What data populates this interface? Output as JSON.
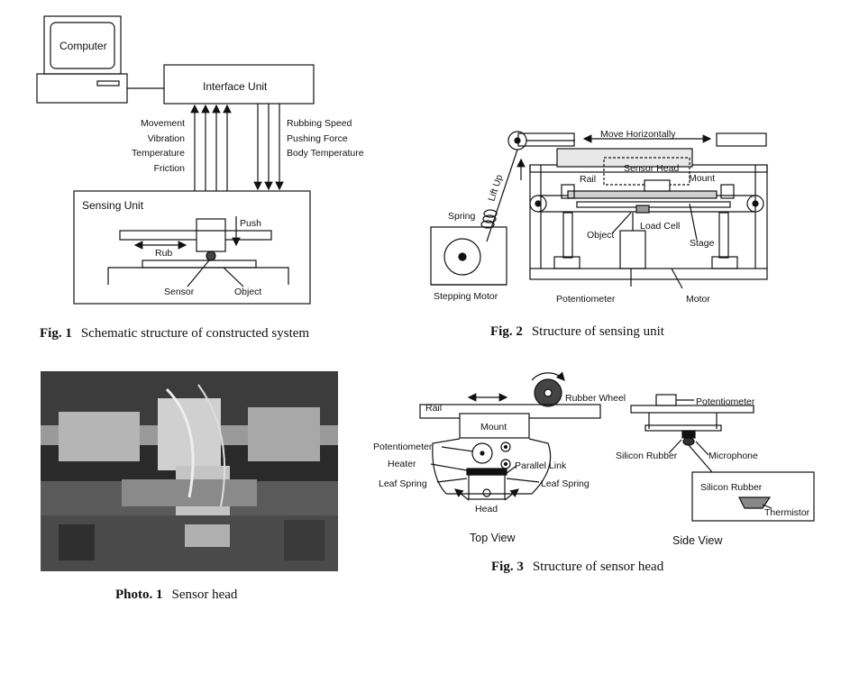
{
  "fig1": {
    "computer": "Computer",
    "interface_unit": "Interface Unit",
    "outputs": [
      "Movement",
      "Vibration",
      "Temperature",
      "Friction"
    ],
    "inputs": [
      "Rubbing Speed",
      "Pushing Force",
      "Body Temperature"
    ],
    "sensing_unit": "Sensing Unit",
    "push": "Push",
    "rub": "Rub",
    "sensor": "Sensor",
    "object": "Object",
    "caption_num": "Fig. 1",
    "caption": "Schematic structure of constructed system"
  },
  "fig2": {
    "move_horizontally": "Move Horizontally",
    "sensor_head": "Sensor Head",
    "rail": "Rail",
    "mount": "Mount",
    "lift_up": "Lift Up",
    "spring": "Spring",
    "object": "Object",
    "load_cell": "Load Cell",
    "stage": "Stage",
    "stepping_motor": "Stepping Motor",
    "potentiometer": "Potentiometer",
    "motor": "Motor",
    "caption_num": "Fig. 2",
    "caption": "Structure of sensing unit"
  },
  "photo1": {
    "caption_num": "Photo. 1",
    "caption": "Sensor head"
  },
  "fig3": {
    "rubber_wheel": "Rubber Wheel",
    "rail": "Rail",
    "mount": "Mount",
    "potentiometer": "Potentiometer",
    "heater": "Heater",
    "parallel_link": "Parallel Link",
    "leaf_spring_left": "Leaf Spring",
    "leaf_spring_right": "Leaf Spring",
    "head": "Head",
    "top_view": "Top View",
    "potentiometer_side": "Potentiometer",
    "silicon_rubber": "Silicon Rubber",
    "microphone": "Microphone",
    "silicon_rubber_inset": "Silicon Rubber",
    "thermistor": "Thermistor",
    "side_view": "Side View",
    "caption_num": "Fig. 3",
    "caption": "Structure of sensor head"
  }
}
